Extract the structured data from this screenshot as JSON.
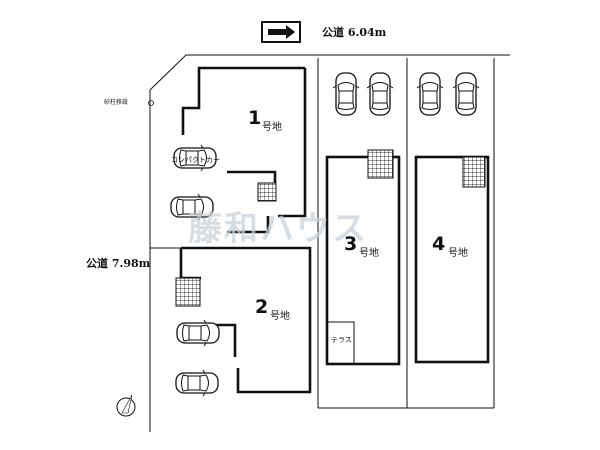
{
  "roads": {
    "top": {
      "label": "公道 6.04m"
    },
    "left": {
      "label": "公道 7.98m"
    }
  },
  "marker": {
    "label": "砂柱移設 "
  },
  "watermark": {
    "text": "藤和ハウス"
  },
  "lots": [
    {
      "number": "1",
      "suffix": "号地"
    },
    {
      "number": "2",
      "suffix": "号地"
    },
    {
      "number": "3",
      "suffix": "号地"
    },
    {
      "number": "4",
      "suffix": "号地"
    }
  ],
  "compact_car": {
    "label": "コンパクトカー"
  },
  "terrace": {
    "label": "テラス"
  },
  "colors": {
    "line": "#111111",
    "hatch": "#555555",
    "road_arrow": "#111111"
  },
  "icons": [
    "direction-arrow-icon",
    "north-compass-icon",
    "car-icon"
  ]
}
